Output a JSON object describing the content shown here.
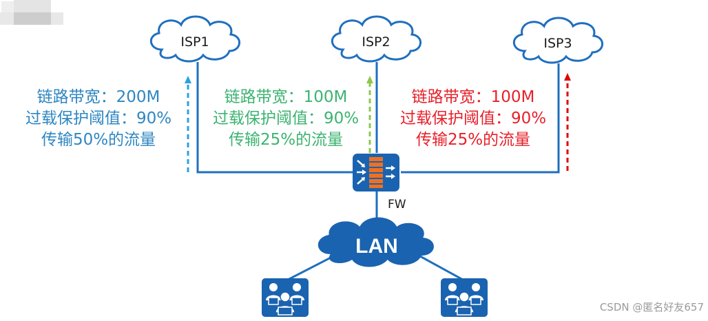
{
  "diagram": {
    "clouds": [
      {
        "id": "isp1",
        "label": "ISP1"
      },
      {
        "id": "isp2",
        "label": "ISP2"
      },
      {
        "id": "isp3",
        "label": "ISP3"
      }
    ],
    "links": [
      {
        "isp": "ISP1",
        "color": "#2e86c1",
        "arrow_color": "#29a3e0",
        "lines": [
          "链路带宽：200M",
          "过载保护阈值：90%",
          "传输50%的流量"
        ],
        "bandwidth": "200M",
        "overload_threshold": "90%",
        "traffic_share": "50%"
      },
      {
        "isp": "ISP2",
        "color": "#3cb371",
        "arrow_color": "#8cc84b",
        "lines": [
          "链路带宽：100M",
          "过载保护阈值：90%",
          "传输25%的流量"
        ],
        "bandwidth": "100M",
        "overload_threshold": "90%",
        "traffic_share": "25%"
      },
      {
        "isp": "ISP3",
        "color": "#e8202a",
        "arrow_color": "#e00000",
        "lines": [
          "链路带宽：100M",
          "过载保护阈值：90%",
          "传输25%的流量"
        ],
        "bandwidth": "100M",
        "overload_threshold": "90%",
        "traffic_share": "25%"
      }
    ],
    "firewall": {
      "label": "FW"
    },
    "lan": {
      "label": "LAN"
    },
    "user_groups": [
      {
        "id": "users-left",
        "icon": "user-group-icon"
      },
      {
        "id": "users-right",
        "icon": "user-group-icon"
      }
    ],
    "colors": {
      "line": "#1f6fbf",
      "device": "#1a63b0",
      "firewall_brick": "#f07020"
    }
  },
  "watermark": "CSDN @匿名好友657"
}
